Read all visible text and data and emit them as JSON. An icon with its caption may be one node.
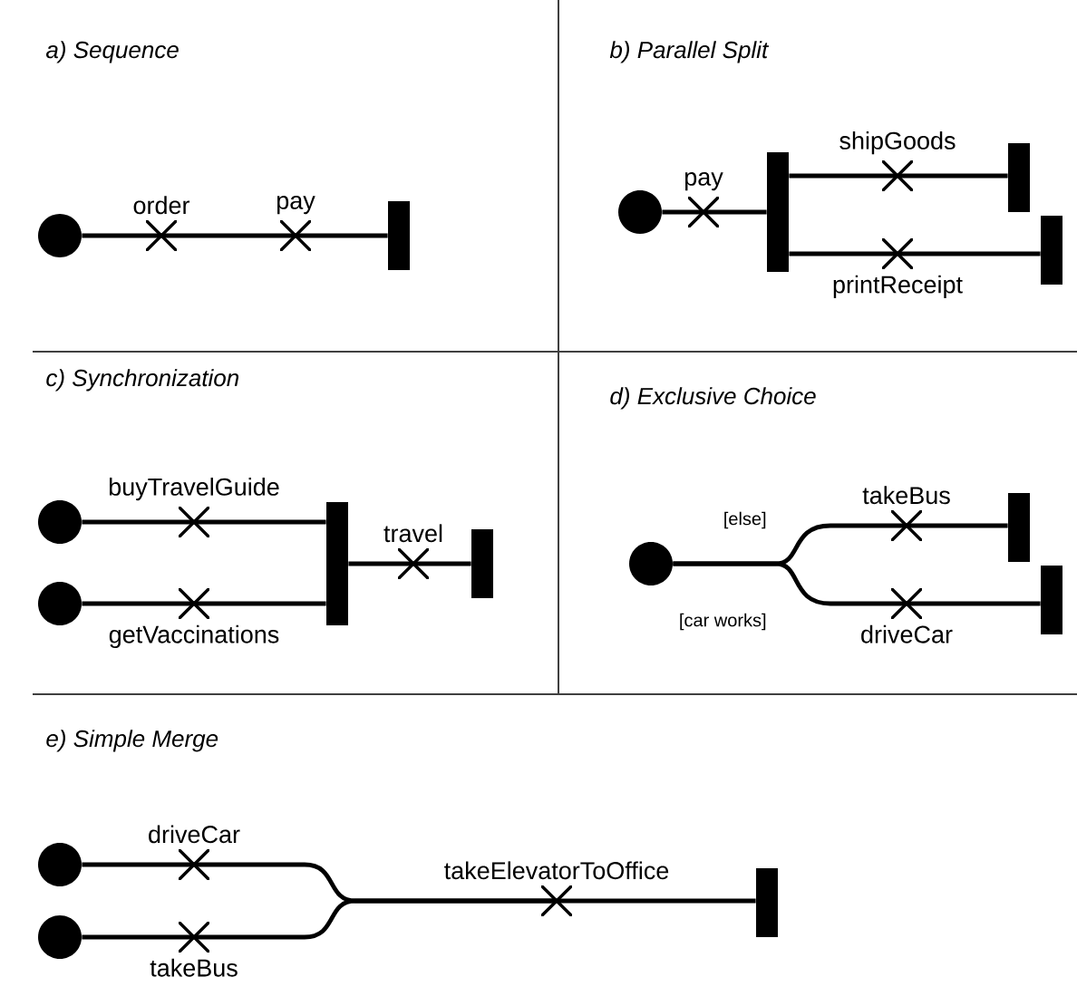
{
  "diagram": {
    "nodes": [
      {
        "text": [],
        "shape": "circle"
      },
      {
        "text": [
          "order"
        ]
      },
      {
        "text": [
          "pay"
        ]
      },
      {
        "text": [],
        "shape": "bar"
      },
      {
        "text": [],
        "shape": "circle"
      },
      {
        "text": [
          "pay"
        ]
      },
      {
        "text": [],
        "shape": "bar"
      },
      {
        "text": [
          "shipGoods"
        ]
      },
      {
        "text": [],
        "shape": "bar"
      },
      {
        "text": [
          "printReceipt"
        ]
      },
      {
        "text": [],
        "shape": "bar"
      },
      {
        "text": [],
        "shape": "circle"
      },
      {
        "text": [
          "buyTravelGuide"
        ]
      },
      {
        "text": [],
        "shape": "circle"
      },
      {
        "text": [
          "getVaccinations"
        ]
      },
      {
        "text": [],
        "shape": "bar"
      },
      {
        "text": [
          "travel"
        ]
      },
      {
        "text": [],
        "shape": "bar"
      },
      {
        "text": [],
        "shape": "circle"
      },
      {
        "text": [
          "takeBus"
        ]
      },
      {
        "text": [],
        "shape": "bar"
      },
      {
        "text": [
          "driveCar"
        ]
      },
      {
        "text": [],
        "shape": "bar"
      },
      {
        "text": [],
        "shape": "circle"
      },
      {
        "text": [
          "driveCar"
        ]
      },
      {
        "text": [],
        "shape": "circle"
      },
      {
        "text": [
          "takeBus"
        ]
      },
      {
        "text": [
          "takeElevatorToOffice"
        ]
      },
      {
        "text": [],
        "shape": "bar"
      }
    ],
    "edges": [
      {
        "from": 0,
        "to": 1,
        "arrow": "none"
      },
      {
        "from": 1,
        "to": 2,
        "arrow": "none"
      },
      {
        "from": 2,
        "to": 3,
        "arrow": "none"
      },
      {
        "from": 4,
        "to": 5,
        "arrow": "none"
      },
      {
        "from": 5,
        "to": 6,
        "arrow": "none"
      },
      {
        "from": 6,
        "to": 7,
        "arrow": "none"
      },
      {
        "from": 7,
        "to": 8,
        "arrow": "none"
      },
      {
        "from": 6,
        "to": 9,
        "arrow": "none"
      },
      {
        "from": 9,
        "to": 10,
        "arrow": "none"
      },
      {
        "from": 11,
        "to": 12,
        "arrow": "none"
      },
      {
        "from": 12,
        "to": 15,
        "arrow": "none"
      },
      {
        "from": 13,
        "to": 14,
        "arrow": "none"
      },
      {
        "from": 14,
        "to": 15,
        "arrow": "none"
      },
      {
        "from": 15,
        "to": 16,
        "arrow": "none"
      },
      {
        "from": 16,
        "to": 17,
        "arrow": "none"
      },
      {
        "from": 18,
        "to": 19,
        "arrow": "none",
        "label": "[else]"
      },
      {
        "from": 19,
        "to": 20,
        "arrow": "none"
      },
      {
        "from": 18,
        "to": 21,
        "arrow": "none",
        "label": "[car works]"
      },
      {
        "from": 21,
        "to": 22,
        "arrow": "none"
      },
      {
        "from": 23,
        "to": 24,
        "arrow": "none"
      },
      {
        "from": 24,
        "to": 27,
        "arrow": "none"
      },
      {
        "from": 25,
        "to": 26,
        "arrow": "none"
      },
      {
        "from": 26,
        "to": 27,
        "arrow": "none"
      },
      {
        "from": 27,
        "to": 28,
        "arrow": "none"
      }
    ],
    "labels": [
      "a) Sequence",
      "b) Parallel Split",
      "c) Synchronization",
      "d) Exclusive Choice",
      "e) Simple Merge"
    ]
  }
}
